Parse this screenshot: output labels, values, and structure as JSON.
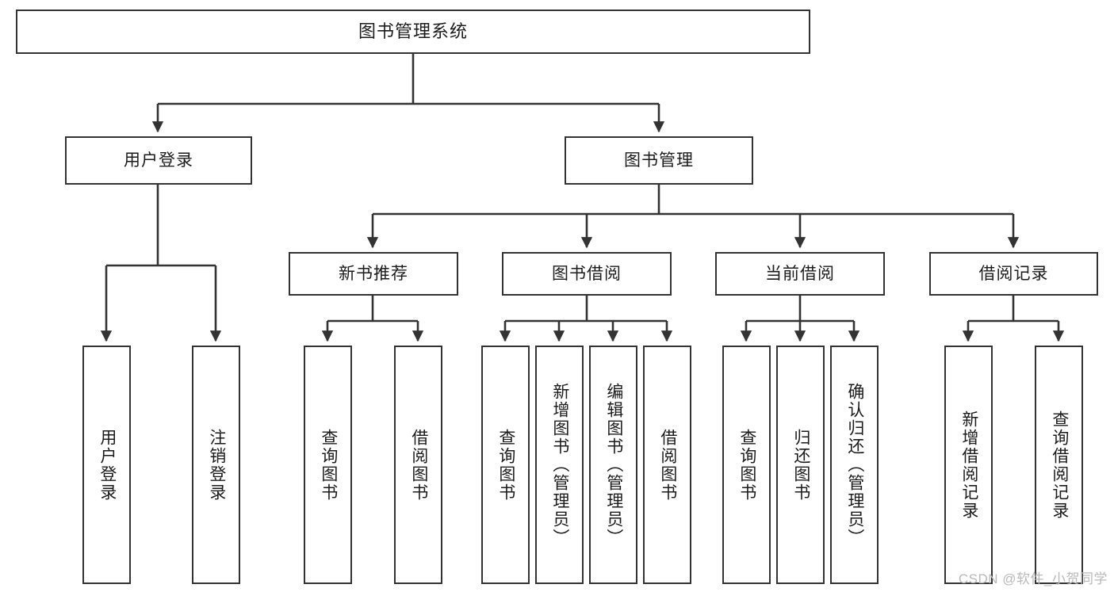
{
  "diagram": {
    "title": "图书管理系统",
    "type": "tree",
    "watermark": "CSDN @软件_小贺同学",
    "colors": {
      "box_border": "#333333",
      "box_fill": "#ffffff",
      "edge": "#333333",
      "text": "#1b1b1b",
      "watermark": "#b9b9b9",
      "background": "#ffffff"
    },
    "nodes": {
      "root": {
        "label": "图书管理系统"
      },
      "level1": [
        {
          "id": "user-login",
          "label": "用户登录"
        },
        {
          "id": "book-manage",
          "label": "图书管理"
        }
      ],
      "level2": [
        {
          "id": "new-book-recommend",
          "label": "新书推荐"
        },
        {
          "id": "book-borrow",
          "label": "图书借阅"
        },
        {
          "id": "current-borrow",
          "label": "当前借阅"
        },
        {
          "id": "borrow-record",
          "label": "借阅记录"
        }
      ],
      "leaves": {
        "user-login": [
          {
            "id": "leaf-user-login",
            "label": "用户登录"
          },
          {
            "id": "leaf-logout",
            "label": "注销登录"
          }
        ],
        "new-book-recommend": [
          {
            "id": "leaf-query-book-1",
            "label": "查询图书"
          },
          {
            "id": "leaf-borrow-book-1",
            "label": "借阅图书"
          }
        ],
        "book-borrow": [
          {
            "id": "leaf-query-book-2",
            "label": "查询图书"
          },
          {
            "id": "leaf-add-book",
            "label": "新增图书（管理员）"
          },
          {
            "id": "leaf-edit-book",
            "label": "编辑图书（管理员）"
          },
          {
            "id": "leaf-borrow-book-2",
            "label": "借阅图书"
          }
        ],
        "current-borrow": [
          {
            "id": "leaf-query-book-3",
            "label": "查询图书"
          },
          {
            "id": "leaf-return-book",
            "label": "归还图书"
          },
          {
            "id": "leaf-confirm-return",
            "label": "确认归还（管理员）"
          }
        ],
        "borrow-record": [
          {
            "id": "leaf-add-record",
            "label": "新增借阅记录"
          },
          {
            "id": "leaf-query-record",
            "label": "查询借阅记录"
          }
        ]
      }
    }
  }
}
